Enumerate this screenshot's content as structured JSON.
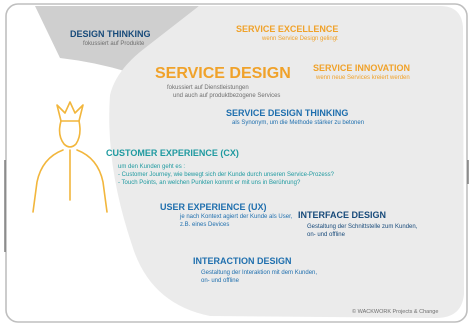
{
  "colors": {
    "frame": "#bfbfbf",
    "wedge": "#cfcfcf",
    "cloud": "#ebebeb",
    "orange": "#f0a22a",
    "blue": "#1f6fae",
    "teal": "#1f9aa0",
    "navy": "#174a7a",
    "muted": "#6f6f6f",
    "figure": "#f2b63c"
  },
  "icons": {
    "figure": "crowned-person-icon"
  },
  "blocks": {
    "design_thinking": {
      "title": "DESIGN THINKING",
      "sub": "fokussiert auf Produkte"
    },
    "service_excellence": {
      "title": "SERVICE EXCELLENCE",
      "sub": "wenn Service Design gelingt"
    },
    "service_innovation": {
      "title": "SERVICE INNOVATION",
      "sub": "wenn neue Services kreiert werden"
    },
    "service_design": {
      "title": "SERVICE DESIGN",
      "sub1": "fokussiert auf Dienstleistungen",
      "sub2": "und auch auf produktbezogene Services"
    },
    "service_design_thinking": {
      "title": "SERVICE DESIGN THINKING",
      "sub": "als Synonym, um die Methode stärker zu betonen"
    },
    "customer_experience": {
      "title": "CUSTOMER EXPERIENCE (CX)",
      "sub1": "um den Kunden geht es :",
      "sub2": "- Customer Journey, wie bewegt sich der Kunde durch unseren Service-Prozess?",
      "sub3": "- Touch Points, an welchen Punkten kommt er mit uns in Berührung?"
    },
    "user_experience": {
      "title": "USER EXPERIENCE (UX)",
      "sub1": "je nach Kontext agiert der Kunde als User,",
      "sub2": "z.B. eines Devices"
    },
    "interface_design": {
      "title": "INTERFACE DESIGN",
      "sub1": "Gestaltung der Schnittstelle zum Kunden,",
      "sub2": "on- und offline"
    },
    "interaction_design": {
      "title": "INTERACTION DESIGN",
      "sub1": "Gestaltung der Interaktion mit dem Kunden,",
      "sub2": "on- und offline"
    }
  },
  "copyright": "© WACKWORK Projects & Change"
}
